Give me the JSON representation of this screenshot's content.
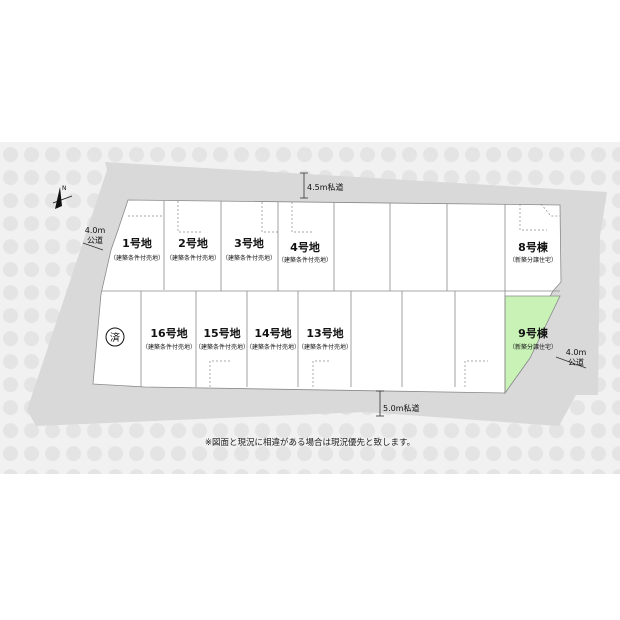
{
  "lots_top": [
    {
      "name": "1号地",
      "sub": "（建築条件付売地）"
    },
    {
      "name": "2号地",
      "sub": "（建築条件付売地）"
    },
    {
      "name": "3号地",
      "sub": "（建築条件付売地）"
    },
    {
      "name": "4号地",
      "sub": "（建築条件付売地）"
    },
    {
      "name": "8号棟",
      "sub": "（新築分譲住宅）"
    }
  ],
  "lots_bottom": [
    {
      "name": "16号地",
      "sub": "（建築条件付売地）"
    },
    {
      "name": "15号地",
      "sub": "（建築条件付売地）"
    },
    {
      "name": "14号地",
      "sub": "（建築条件付売地）"
    },
    {
      "name": "13号地",
      "sub": "（建築条件付売地）"
    },
    {
      "name": "9号棟",
      "sub": "（新築分譲住宅）"
    }
  ],
  "roads": {
    "top_private": "4.5m私道",
    "bottom_private": "5.0m私道",
    "left_public_width": "4.0m",
    "left_public_type": "公道",
    "right_public_width": "4.0m",
    "right_public_type": "公道"
  },
  "sold_mark": "済",
  "compass_label": "N",
  "note": "※図面と現況に相違がある場合は現況優先と致します。",
  "colors": {
    "road": "#d9d9d9",
    "lot_line": "#8a8a8a",
    "highlight": "#c8f2b6"
  }
}
